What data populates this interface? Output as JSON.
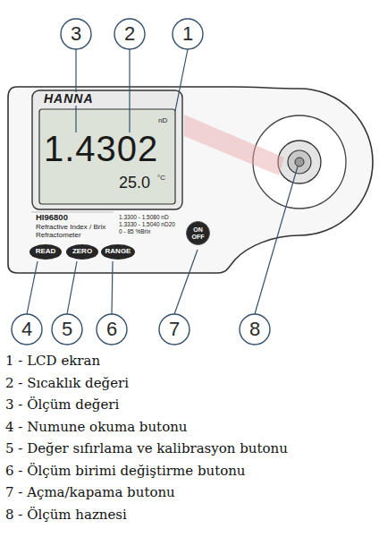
{
  "diagram": {
    "nodes": [
      {
        "text": [
          "HI96800",
          "Refractive Index / Brix Refractometer",
          "1.3300 - 1.5080 nD",
          "1.3330 - 1.5040 nD20",
          "0 - 85 %Brix"
        ]
      },
      {
        "text": [
          "HANNA",
          "1.4302",
          "nD",
          "25.0",
          "°C"
        ],
        "in": 0
      },
      {
        "text": [
          "READ"
        ],
        "in": 0
      },
      {
        "text": [
          "ZERO"
        ],
        "in": 0
      },
      {
        "text": [
          "RANGE"
        ],
        "in": 0
      },
      {
        "text": [
          "ON",
          "OFF"
        ],
        "in": 0
      }
    ],
    "labels": [
      "3",
      "2",
      "1",
      "4",
      "5",
      "6",
      "7",
      "8",
      "1 - LCD ekran",
      "2 - Sıcaklık değeri",
      "3 - Ölçüm değeri",
      "4 - Numune okuma butonu",
      "5 - Değer sıfırlama ve kalibrasyon butonu",
      "6 - Ölçüm birimi değiştirme butonu",
      "7 - Açma/kapama butonu",
      "8 - Ölçüm haznesi"
    ]
  }
}
